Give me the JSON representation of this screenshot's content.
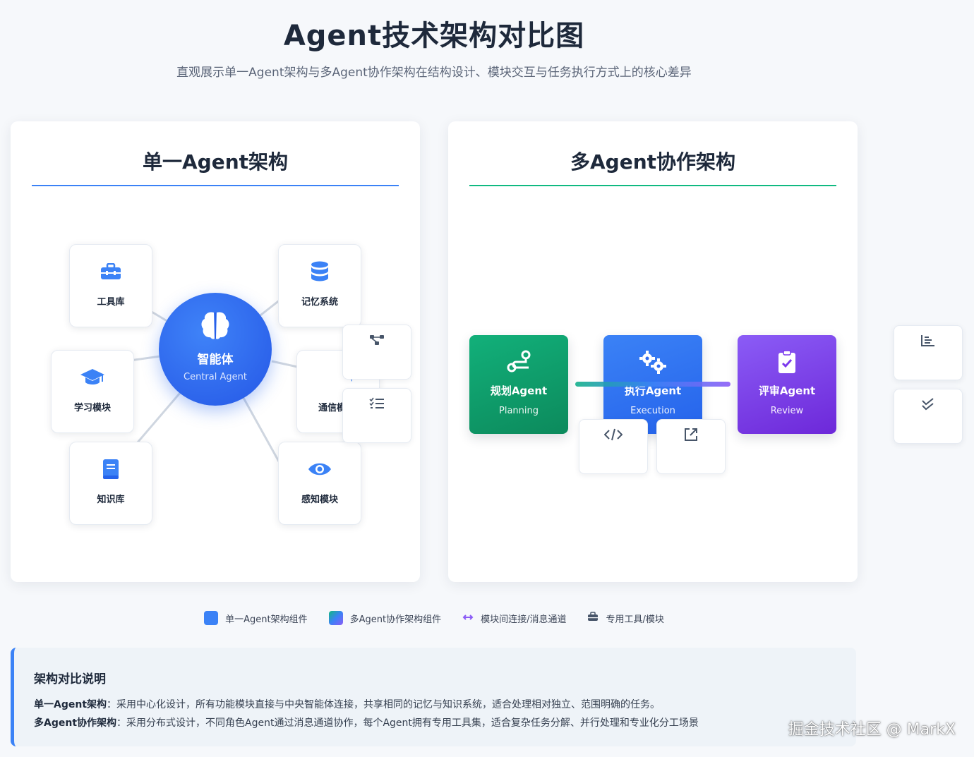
{
  "header": {
    "title": "Agent技术架构对比图",
    "subtitle": "直观展示单一Agent架构与多Agent协作架构在结构设计、模块交互与任务执行方式上的核心差异"
  },
  "single_agent": {
    "title": "单一Agent架构",
    "center": {
      "name": "智能体",
      "sub": "Central Agent",
      "icon": "brain-icon"
    },
    "modules": [
      {
        "label": "工具库",
        "icon": "toolbox-icon"
      },
      {
        "label": "记忆系统",
        "icon": "database-icon"
      },
      {
        "label": "学习模块",
        "icon": "graduation-cap-icon"
      },
      {
        "label": "通信模",
        "icon": "chat-bubbles-icon"
      },
      {
        "label": "知识库",
        "icon": "book-icon"
      },
      {
        "label": "感知模块",
        "icon": "eye-icon"
      }
    ],
    "overlay_icons": [
      "workflow-nodes-icon",
      "checklist-icon"
    ]
  },
  "multi_agent": {
    "title": "多Agent协作架构",
    "agents": [
      {
        "name": "规划Agent",
        "sub": "Planning",
        "icon": "route-icon"
      },
      {
        "name": "执行Agent",
        "sub": "Execution",
        "icon": "gears-icon"
      },
      {
        "name": "评审Agent",
        "sub": "Review",
        "icon": "clipboard-check-icon"
      }
    ],
    "tool_icons": [
      "code-icon",
      "external-link-icon"
    ],
    "side_icons": [
      "bar-chart-icon",
      "double-check-icon"
    ]
  },
  "legend": [
    {
      "label": "单一Agent架构组件",
      "swatch": "#3b82f6"
    },
    {
      "label": "多Agent协作架构组件",
      "swatch": "gradient"
    },
    {
      "label": "模块间连接/消息通道",
      "icon": "arrows-horizontal-icon"
    },
    {
      "label": "专用工具/模块",
      "icon": "toolbox-icon"
    }
  ],
  "notes": {
    "title": "架构对比说明",
    "single_label": "单一Agent架构",
    "single_text": "：采用中心化设计，所有功能模块直接与中央智能体连接，共享相同的记忆与知识系统，适合处理相对独立、范围明确的任务。",
    "multi_label": "多Agent协作架构",
    "multi_text": "：采用分布式设计，不同角色Agent通过消息通道协作，每个Agent拥有专用工具集，适合复杂任务分解、并行处理和专业化分工场景"
  },
  "watermark": "掘金技术社区 @ MarkX",
  "colors": {
    "accent_blue": "#3b82f6",
    "accent_green": "#10b981",
    "accent_purple": "#8b5cf6",
    "text_dark": "#1e293b"
  }
}
